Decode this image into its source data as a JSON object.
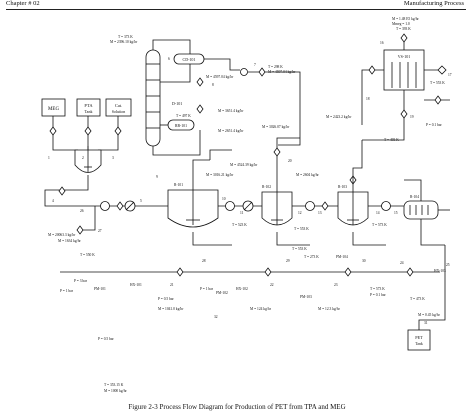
{
  "header": {
    "chapter": "Chapter # 02",
    "section": "Manufacturing Process"
  },
  "feeds": {
    "meg": "MEG",
    "pta": "PTA",
    "pta_sub": "Tank",
    "catalyst": "Cat.",
    "catalyst_sub": "Solution"
  },
  "equipment": {
    "distillation_column": "D-101",
    "condenser": "CD-101",
    "reboiler": "RB-101",
    "vacuum_system": "VS-101",
    "pump_1": "PM-101",
    "pump_2": "PM-102",
    "pump_3": "PM-103",
    "pump_4": "PM-104",
    "pet_tank": "PET",
    "pet_tank_sub": "Tank",
    "reactor_1": "R-101",
    "reactor_2": "R-102",
    "reactor_3": "R-103",
    "reactor_4": "R-104",
    "heat_exchanger_1": "HX-101",
    "heat_exchanger_2": "HX-102",
    "heat_exchanger_3": "HX-103"
  },
  "stream_labels": {
    "top_right_1": "M = 1.48 E5 kg/hr",
    "top_right_2": "Mmeg = 1.0",
    "top_right_3": "T = 393 K",
    "top_left_1": "T = 373 K",
    "top_left_2": "M = 2396.10 kg/hr",
    "top_mid_1": "T = 298 K",
    "top_mid_2": "M = 4597.04 kg/hr",
    "top_mid_3": "M = 4597.04 kg/hr",
    "mid_1": "T = 497 K",
    "mid_2": "M = 3651.4 kg/hr",
    "mid_3": "M = 2651.4 kg/hr",
    "mid_4": "M = 3026.07 kg/hr",
    "right_1": "M = 2423.2 kg/hr",
    "right_2": "T = 493 K",
    "right_3": "T = 553 K",
    "pressure": "P = 0.1 bar",
    "reactor_row_1": "M = 3016.21 kg/hr",
    "reactor_row_2": "M = 4524.39 kg/hr",
    "reactor_row_3": "M = 2604 kg/hr",
    "reactor_row_4": "T = 523 K",
    "reactor_row_5": "T = 553 K",
    "reactor_row_6": "T = 573 K",
    "left_low_1": "M = 20063.3 kg/hr",
    "left_low_2": "M = 1634 kg/hr",
    "bottom_1": "T = 550 K",
    "bottom_2": "P = 1 bar",
    "bottom_3": "P = 0.5 bar",
    "bottom_4": "T = 553 K",
    "bottom_5": "M = 1041.0 kg/hr",
    "bottom_6": "M = 124 kg/hr",
    "bottom_7": "M = 12.3 kg/hr",
    "bottom_8": "T = 573 K",
    "bottom_9": "P = 0.1 bar",
    "bottom_10": "T = 473 K",
    "bottom_11": "M = 0.45 kg/hr",
    "far_bottom_1": "P = 0.5 bar",
    "far_bottom_2": "T = 353.15 K",
    "far_bottom_3": "M = 1000 kg/hr",
    "fan_low_left": "P = 3 bar",
    "fan_low_mid": "P = 1 bar",
    "tank_label": "T = 273 K"
  },
  "stream_numbers": [
    "1",
    "2",
    "3",
    "4",
    "5",
    "6",
    "7",
    "8",
    "9",
    "10",
    "11",
    "12",
    "13",
    "14",
    "15",
    "16",
    "17",
    "18",
    "19",
    "20",
    "21",
    "22",
    "23",
    "24",
    "25",
    "26",
    "27",
    "28",
    "29",
    "30",
    "31",
    "32"
  ],
  "caption": "Figure 2-3 Process Flow Diagram for Production of PET from TPA and MEG"
}
